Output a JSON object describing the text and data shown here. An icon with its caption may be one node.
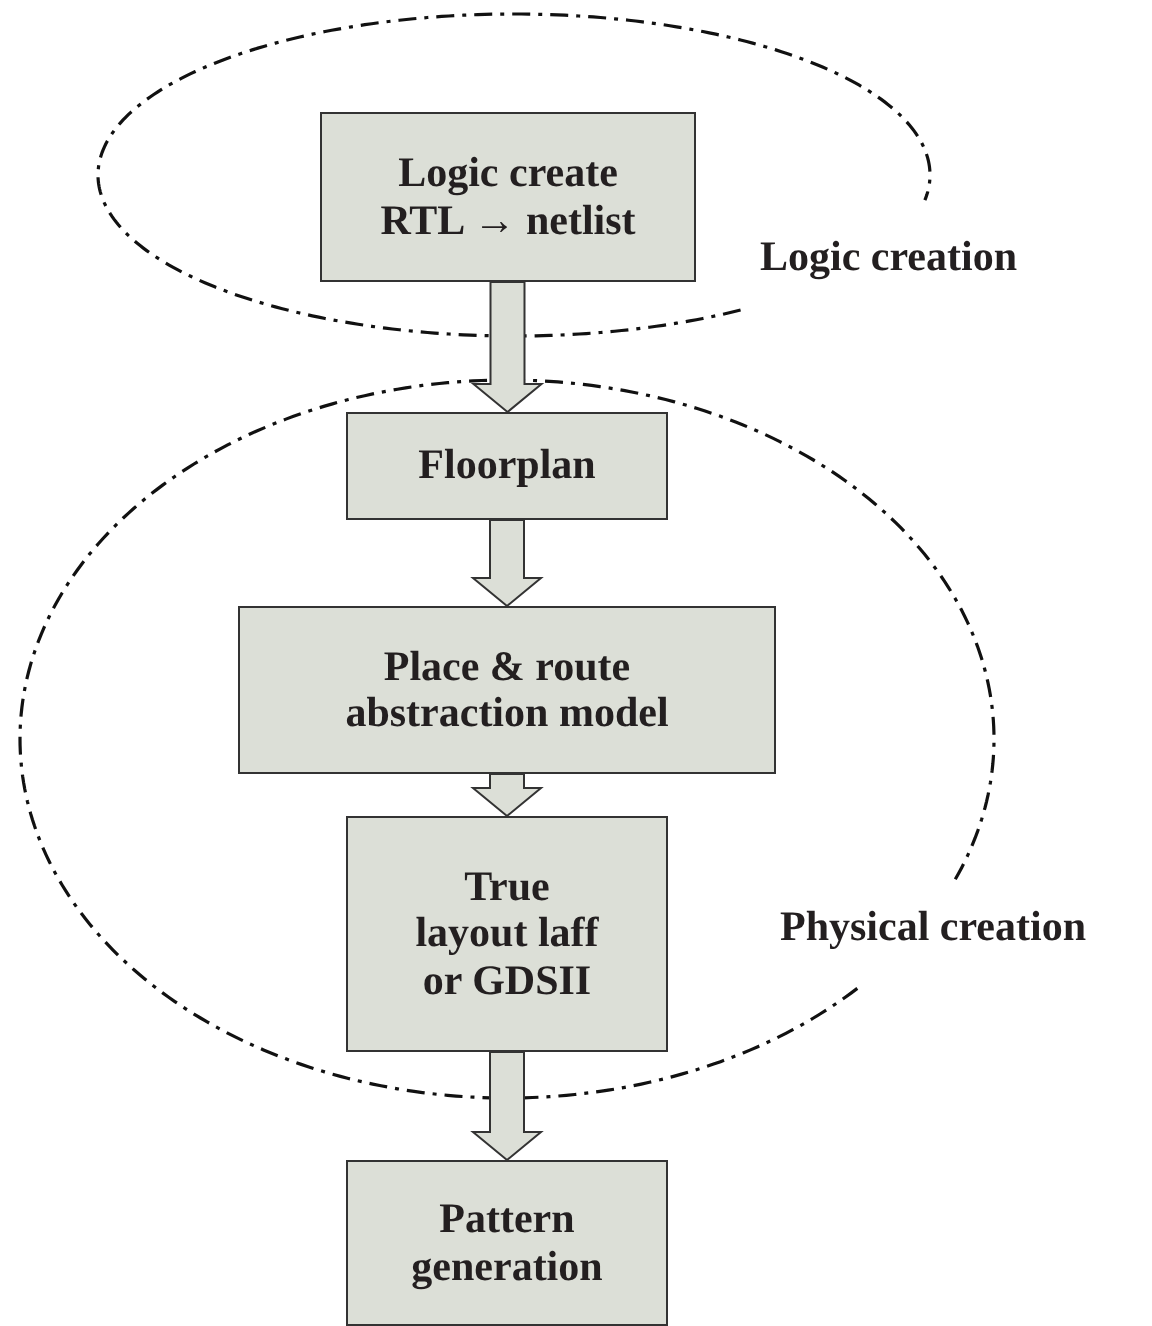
{
  "diagram": {
    "nodes": [
      {
        "text": [
          "Logic creation"
        ]
      },
      {
        "text": [
          "Logic create RTL → netlist"
        ],
        "in": 0
      },
      {
        "text": [
          "Physical creation"
        ]
      },
      {
        "text": [
          "Floorplan"
        ],
        "in": 2
      },
      {
        "text": [
          "Place & route abstraction model"
        ],
        "in": 2
      },
      {
        "text": [
          "True layout laff or GDSII"
        ],
        "in": 2
      },
      {
        "text": [
          "Pattern generation"
        ]
      }
    ],
    "edges": [
      {
        "from": 1,
        "to": 3,
        "arrow": "to"
      },
      {
        "from": 3,
        "to": 4,
        "arrow": "to"
      },
      {
        "from": 4,
        "to": 5,
        "arrow": "to"
      },
      {
        "from": 5,
        "to": 6,
        "arrow": "to"
      }
    ]
  }
}
